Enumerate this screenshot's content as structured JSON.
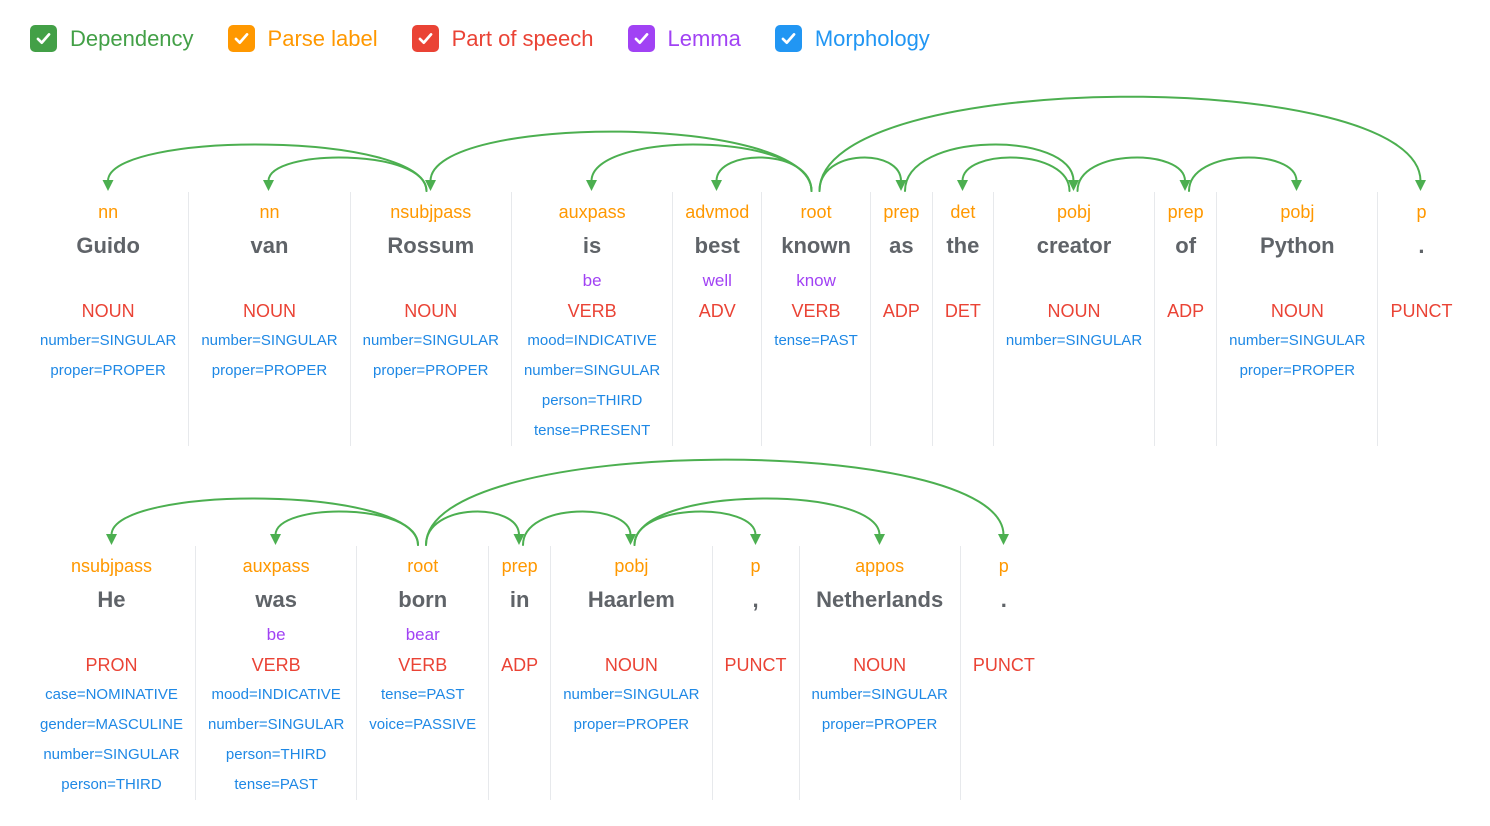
{
  "controls": {
    "items": [
      {
        "id": "dependency",
        "label": "Dependency",
        "color": "#43A047",
        "checked": true
      },
      {
        "id": "parse-label",
        "label": "Parse label",
        "color": "#FF9800",
        "checked": true
      },
      {
        "id": "part-of-speech",
        "label": "Part of speech",
        "color": "#EA4335",
        "checked": true
      },
      {
        "id": "lemma",
        "label": "Lemma",
        "color": "#A142F4",
        "checked": true
      },
      {
        "id": "morphology",
        "label": "Morphology",
        "color": "#2196F3",
        "checked": true
      }
    ]
  },
  "colors": {
    "arc": "#4CAF50",
    "parse_label": "#FF9800",
    "pos": "#EA4335",
    "lemma": "#A142F4",
    "morph": "#1E88E5",
    "word": "#5F6368",
    "divider": "#e7e9ec",
    "checkmark": "#ffffff"
  },
  "sentences": [
    {
      "text": "Guido van Rossum is best known as the creator of Python .",
      "tokens": [
        {
          "label": "nn",
          "word": "Guido",
          "lemma": "",
          "pos": "NOUN",
          "morph": [
            "number=SINGULAR",
            "proper=PROPER"
          ]
        },
        {
          "label": "nn",
          "word": "van",
          "lemma": "",
          "pos": "NOUN",
          "morph": [
            "number=SINGULAR",
            "proper=PROPER"
          ]
        },
        {
          "label": "nsubjpass",
          "word": "Rossum",
          "lemma": "",
          "pos": "NOUN",
          "morph": [
            "number=SINGULAR",
            "proper=PROPER"
          ]
        },
        {
          "label": "auxpass",
          "word": "is",
          "lemma": "be",
          "pos": "VERB",
          "morph": [
            "mood=INDICATIVE",
            "number=SINGULAR",
            "person=THIRD",
            "tense=PRESENT"
          ]
        },
        {
          "label": "advmod",
          "word": "best",
          "lemma": "well",
          "pos": "ADV",
          "morph": []
        },
        {
          "label": "root",
          "word": "known",
          "lemma": "know",
          "pos": "VERB",
          "morph": [
            "tense=PAST"
          ]
        },
        {
          "label": "prep",
          "word": "as",
          "lemma": "",
          "pos": "ADP",
          "morph": []
        },
        {
          "label": "det",
          "word": "the",
          "lemma": "",
          "pos": "DET",
          "morph": []
        },
        {
          "label": "pobj",
          "word": "creator",
          "lemma": "",
          "pos": "NOUN",
          "morph": [
            "number=SINGULAR"
          ]
        },
        {
          "label": "prep",
          "word": "of",
          "lemma": "",
          "pos": "ADP",
          "morph": []
        },
        {
          "label": "pobj",
          "word": "Python",
          "lemma": "",
          "pos": "NOUN",
          "morph": [
            "number=SINGULAR",
            "proper=PROPER"
          ]
        },
        {
          "label": "p",
          "word": ".",
          "lemma": "",
          "pos": "PUNCT",
          "morph": []
        }
      ],
      "arcs": [
        {
          "head": 2,
          "dep": 0
        },
        {
          "head": 2,
          "dep": 1
        },
        {
          "head": 5,
          "dep": 2
        },
        {
          "head": 5,
          "dep": 3
        },
        {
          "head": 5,
          "dep": 4
        },
        {
          "head": 5,
          "dep": 6
        },
        {
          "head": 8,
          "dep": 7
        },
        {
          "head": 6,
          "dep": 8
        },
        {
          "head": 8,
          "dep": 9
        },
        {
          "head": 9,
          "dep": 10
        },
        {
          "head": 5,
          "dep": 11
        }
      ]
    },
    {
      "text": "He was born in Haarlem , Netherlands .",
      "tokens": [
        {
          "label": "nsubjpass",
          "word": "He",
          "lemma": "",
          "pos": "PRON",
          "morph": [
            "case=NOMINATIVE",
            "gender=MASCULINE",
            "number=SINGULAR",
            "person=THIRD"
          ]
        },
        {
          "label": "auxpass",
          "word": "was",
          "lemma": "be",
          "pos": "VERB",
          "morph": [
            "mood=INDICATIVE",
            "number=SINGULAR",
            "person=THIRD",
            "tense=PAST"
          ]
        },
        {
          "label": "root",
          "word": "born",
          "lemma": "bear",
          "pos": "VERB",
          "morph": [
            "tense=PAST",
            "voice=PASSIVE"
          ]
        },
        {
          "label": "prep",
          "word": "in",
          "lemma": "",
          "pos": "ADP",
          "morph": []
        },
        {
          "label": "pobj",
          "word": "Haarlem",
          "lemma": "",
          "pos": "NOUN",
          "morph": [
            "number=SINGULAR",
            "proper=PROPER"
          ]
        },
        {
          "label": "p",
          "word": ",",
          "lemma": "",
          "pos": "PUNCT",
          "morph": []
        },
        {
          "label": "appos",
          "word": "Netherlands",
          "lemma": "",
          "pos": "NOUN",
          "morph": [
            "number=SINGULAR",
            "proper=PROPER"
          ]
        },
        {
          "label": "p",
          "word": ".",
          "lemma": "",
          "pos": "PUNCT",
          "morph": []
        }
      ],
      "arcs": [
        {
          "head": 2,
          "dep": 0
        },
        {
          "head": 2,
          "dep": 1
        },
        {
          "head": 2,
          "dep": 3
        },
        {
          "head": 3,
          "dep": 4
        },
        {
          "head": 4,
          "dep": 5
        },
        {
          "head": 4,
          "dep": 6
        },
        {
          "head": 2,
          "dep": 7
        }
      ]
    }
  ]
}
